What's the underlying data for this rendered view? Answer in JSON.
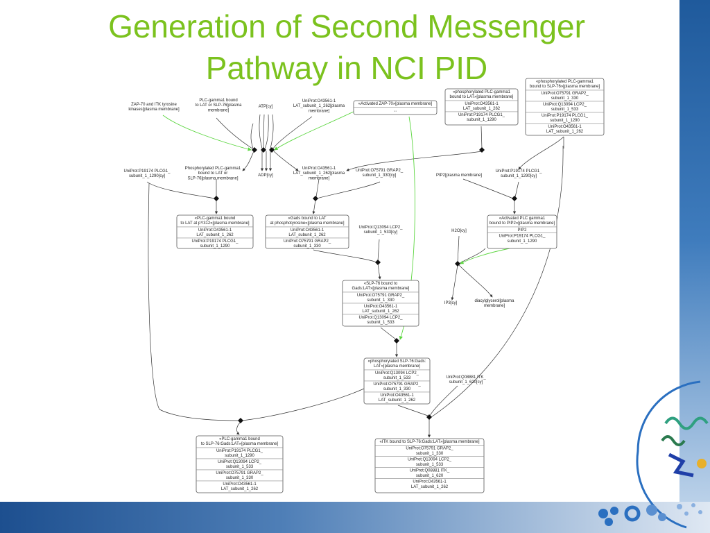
{
  "title": {
    "line1": "Generation of Second Messenger",
    "line2": "Pathway in NCI PID"
  },
  "colors": {
    "title": "#7bc21e",
    "activation_edge": "#5cd640",
    "strip": "#1f5a9c"
  },
  "icons": [
    "protein-structure-image",
    "bead-cluster-decoration"
  ],
  "labels": {
    "zap70": [
      "ZAP-70 and ITK tyrosine",
      "kinases[plasma membrane]"
    ],
    "plcg_lat": [
      "PLC-gamma1 bound",
      "to LAT or SLP-76[plasma",
      "membrane]"
    ],
    "atp": [
      "ATP[cy]"
    ],
    "lat_top": [
      "UniProt:O43561-1",
      "LAT_subunit_1_262[plasma",
      "membrane]"
    ],
    "plcg_cy": [
      "UniProt:P19174 PLCG1_",
      "subunit_1_1290[cy]"
    ],
    "phos_plcg": [
      "Phosphorylated PLC-gamma1",
      "bound to LAT or",
      "SLP-76[plasma membrane]"
    ],
    "adp": [
      "ADP[cy]"
    ],
    "lat_mid": [
      "UniProt:O43561-1",
      "LAT_subunit_1_262[plasma",
      "membrane]"
    ],
    "grap2_cy": [
      "UniProt:O75791 GRAP2_",
      "subunit_1_330[cy]"
    ],
    "pip2": [
      "PIP2[plasma membrane]"
    ],
    "plcg_cy2": [
      "UniProt:P19174 PLCG1_",
      "subunit_1_1290[cy]"
    ],
    "lcp2_cy": [
      "UniProt:Q13094 LCP2_",
      "subunit_1_533[cy]"
    ],
    "h2o": [
      "H2O[cy]"
    ],
    "ip3": [
      "IP3[cy]"
    ],
    "dag": [
      "diacylglycerol[plasma",
      "membrane]"
    ],
    "itk_cy": [
      "UniProt:Q08881 ITK_",
      "subunit_1_620[cy]"
    ]
  },
  "nodes": {
    "act_zap70": {
      "header": [
        "«Activated ZAP-70»[plasma membrane]"
      ],
      "rows": [
        [
          "..."
        ]
      ]
    },
    "phos_plcg_lat": {
      "header": [
        "«phosphorylated PLC-gamma1",
        "bound to LAT»[plasma membrane]"
      ],
      "rows": [
        [
          "UniProt:O43561-1",
          "LAT_subunit_1_262"
        ],
        [
          "UniProt:P19174 PLCG1_",
          "subunit_1_1290"
        ]
      ]
    },
    "phos_plcg_slp": {
      "header": [
        "«phosphorylated PLC-gamma1",
        "bound to SLP-76»[plasma membrane]"
      ],
      "rows": [
        [
          "UniProt:O75791 GRAP2_",
          "subunit_1_330"
        ],
        [
          "UniProt:Q13094 LCP2_",
          "subunit_1_533"
        ],
        [
          "UniProt:P19174 PLCG1_",
          "subunit_1_1290"
        ],
        [
          "UniProt:O43561-1",
          "LAT_subunit_1_262"
        ]
      ]
    },
    "plcg_lat_py312": {
      "header": [
        "«PLC-gamma1 bound",
        "to LAT at pY312»[plasma membrane]"
      ],
      "rows": [
        [
          "UniProt:O43561-1",
          "LAT_subunit_1_262"
        ],
        [
          "UniProt:P19174 PLCG1_",
          "subunit_1_1290"
        ]
      ]
    },
    "gads_lat": {
      "header": [
        "«Gads bound to LAT",
        "at phosphotyrosine»[plasma membrane]"
      ],
      "rows": [
        [
          "UniProt:O43561-1",
          "LAT_subunit_1_262"
        ],
        [
          "UniProt:O75791 GRAP2_",
          "subunit_1_330"
        ]
      ]
    },
    "act_plcg_pip2": {
      "header": [
        "«Activated PLC gamma1",
        "bound to PIP2»[plasma membrane]"
      ],
      "rows": [
        [
          "PIP2"
        ],
        [
          "UniProt:P19174 PLCG1_",
          "subunit_1_1290"
        ]
      ]
    },
    "slp76_gads_lat": {
      "header": [
        "«SLP-76 bound to",
        "Gads:LAT»[plasma membrane]"
      ],
      "rows": [
        [
          "UniProt:O75791 GRAP2_",
          "subunit_1_330"
        ],
        [
          "UniProt:O43561-1",
          "LAT_subunit_1_262"
        ],
        [
          "UniProt:Q13094 LCP2_",
          "subunit_1_533"
        ]
      ]
    },
    "phos_slp76": {
      "header": [
        "«phosphorylated SLP-76:Gads:",
        "LAT»[plasma membrane]"
      ],
      "rows": [
        [
          "UniProt:Q13094 LCP2_",
          "subunit_1_533"
        ],
        [
          "UniProt:O75791 GRAP2_",
          "subunit_1_330"
        ],
        [
          "UniProt:O43561-1",
          "LAT_subunit_1_262"
        ]
      ]
    },
    "plcg_slp76": {
      "header": [
        "«PLC-gamma1 bound",
        "to SLP-76:Gads:LAT»[plasma membrane]"
      ],
      "rows": [
        [
          "UniProt:P19174 PLCG1_",
          "subunit_1_1290"
        ],
        [
          "UniProt:Q13094 LCP2_",
          "subunit_1_533"
        ],
        [
          "UniProt:O75791 GRAP2_",
          "subunit_1_330"
        ],
        [
          "UniProt:O43561-1",
          "LAT_subunit_1_262"
        ]
      ]
    },
    "itk_slp76": {
      "header": [
        "«ITK bound to SLP-76:Gads:LAT»[plasma membrane]"
      ],
      "rows": [
        [
          "UniProt:O75791 GRAP2_",
          "subunit_1_330"
        ],
        [
          "UniProt:Q13094 LCP2_",
          "subunit_1_533"
        ],
        [
          "UniProt:Q08881 ITK_",
          "subunit_1_620"
        ],
        [
          "UniProt:O43561-1",
          "LAT_subunit_1_262"
        ]
      ]
    }
  }
}
